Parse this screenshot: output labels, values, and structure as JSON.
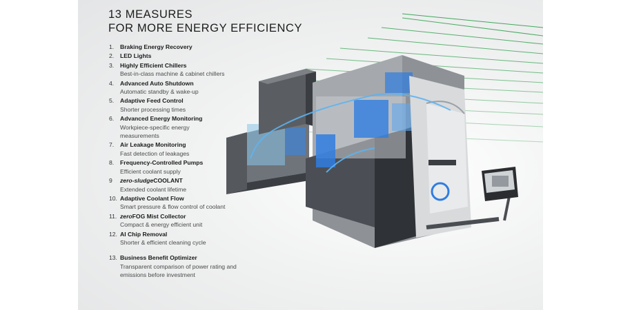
{
  "title_line1": "13 MEASURES",
  "title_line2": "FOR MORE ENERGY EFFICIENCY",
  "measures": [
    {
      "num": "1.",
      "name": "Braking Energy Recovery",
      "desc": ""
    },
    {
      "num": "2.",
      "name": "LED Lights",
      "desc": ""
    },
    {
      "num": "3.",
      "name": "Highly Efficient Chillers",
      "desc": "Best-in-class machine & cabinet chillers"
    },
    {
      "num": "4.",
      "name": "Advanced Auto Shutdown",
      "desc": "Automatic standby & wake-up"
    },
    {
      "num": "5.",
      "name": "Adaptive Feed Control",
      "desc": "Shorter processing times"
    },
    {
      "num": "6.",
      "name": "Advanced Energy Monitoring",
      "desc": "Workpiece-specific energy measurements"
    },
    {
      "num": "7.",
      "name": "Air Leakage Monitoring",
      "desc": "Fast detection of leakages"
    },
    {
      "num": "8.",
      "name": "Frequency-Controlled Pumps",
      "desc": "Efficient coolant supply"
    },
    {
      "num": "9",
      "name_italic": "zero-sludge",
      "name_rest": "COOLANT",
      "desc": "Extended coolant lifetime"
    },
    {
      "num": "10.",
      "name": "Adaptive Coolant Flow",
      "desc": "Smart pressure & flow control of coolant"
    },
    {
      "num": "11.",
      "name_italic": "zero",
      "name_rest": "FOG Mist Collector",
      "desc": "Compact & energy efficient unit"
    },
    {
      "num": "12.",
      "name": "AI Chip Removal",
      "desc": "Shorter & efficient cleaning cycle"
    },
    {
      "num": "13.",
      "name": "Business Benefit Optimizer",
      "desc": "Transparent comparison of power rating and emissions before investment"
    }
  ],
  "colors": {
    "accent_green": "#2e9e4a",
    "blue_highlight": "#2f7de0",
    "machine_dark": "#3a3d42"
  }
}
